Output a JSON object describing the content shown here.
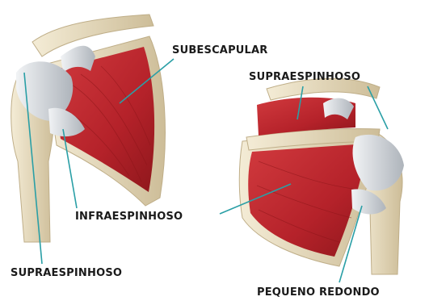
{
  "labels": {
    "subescapular": "SUBESCAPULAR",
    "supraespinhoso_right": "SUPRAESPINHOSO",
    "infraespinhoso": "INFRAESPINHOSO",
    "supraespinhoso_left": "SUPRAESPINHOSO",
    "pequeno_redondo": "PEQUENO REDONDO"
  },
  "colors": {
    "muscle": "#b8242a",
    "muscle_dark": "#8c1519",
    "muscle_light": "#d8464a",
    "bone": "#ece2c8",
    "bone_shadow": "#c9b996",
    "tendon": "#d9dde2",
    "leader_line": "#2a9fa6"
  }
}
